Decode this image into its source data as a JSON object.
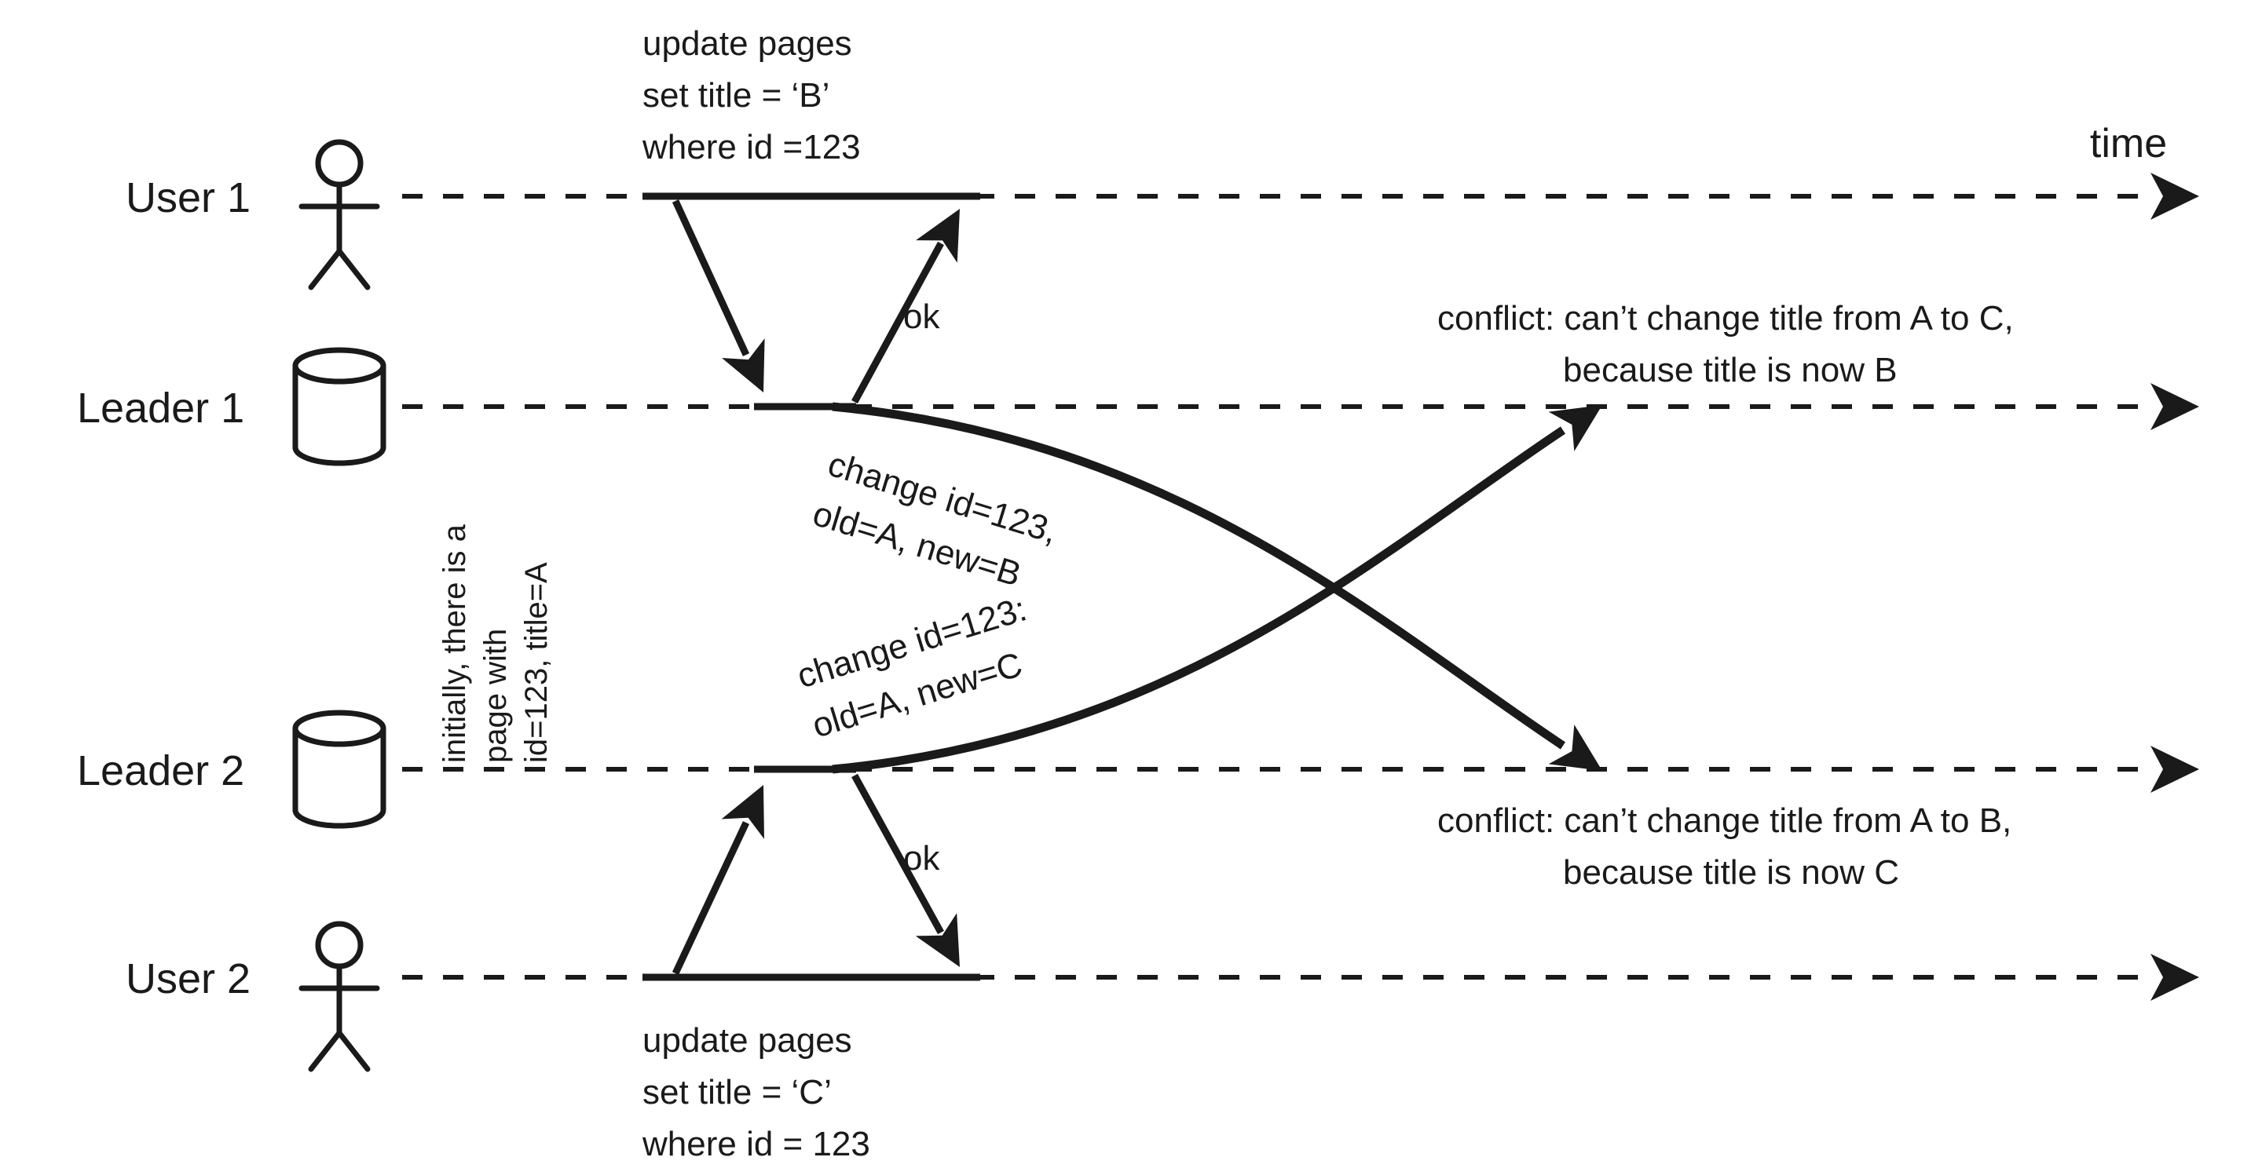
{
  "diagram": {
    "title": "Multi-leader replication write conflict",
    "time_axis_label": "time",
    "ink_color": "#1a1a1a",
    "background_color": "#ffffff"
  },
  "lanes": [
    {
      "id": "user1",
      "label": "User 1",
      "icon": "stick-figure-icon"
    },
    {
      "id": "leader1",
      "label": "Leader 1",
      "icon": "database-cylinder-icon"
    },
    {
      "id": "leader2",
      "label": "Leader 2",
      "icon": "database-cylinder-icon"
    },
    {
      "id": "user2",
      "label": "User 2",
      "icon": "stick-figure-icon"
    }
  ],
  "notes": {
    "top_query": {
      "line1": "update pages",
      "line2": "set title = ‘B’",
      "line3": "where id =123"
    },
    "bottom_query": {
      "line1": "update pages",
      "line2": "set title = ‘C’",
      "line3": "where id = 123"
    },
    "initial_state": {
      "line1": "initially, there is a",
      "line2": "page with",
      "line3": "id=123, title=A"
    }
  },
  "messages": {
    "ok_top": "ok",
    "ok_bottom": "ok",
    "replicate_b": {
      "line1": "change id=123,",
      "line2": "old=A, new=B"
    },
    "replicate_c": {
      "line1": "change id=123:",
      "line2": "old=A, new=C"
    }
  },
  "conflicts": {
    "at_leader1": {
      "line1": "conflict:  can’t change title from A to C,",
      "line2": "because title is now B"
    },
    "at_leader2": {
      "line1": "conflict:  can’t change title from A to B,",
      "line2": "because title is now C"
    }
  }
}
